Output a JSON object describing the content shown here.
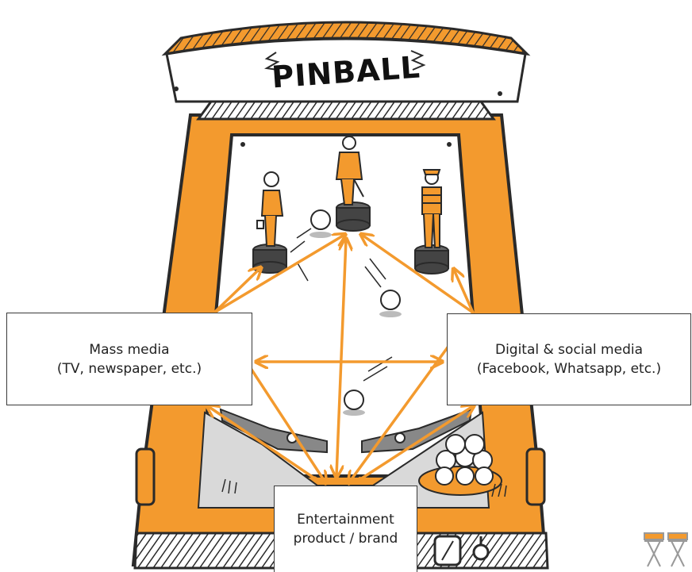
{
  "marquee": {
    "title": "PINBALL"
  },
  "boxes": {
    "mass_media": {
      "line1": "Mass media",
      "line2": "(TV, newspaper, etc.)"
    },
    "digital_media": {
      "line1": "Digital & social media",
      "line2": "(Facebook, Whatsapp, etc.)"
    },
    "entertainment": {
      "line1": "Entertainment",
      "line2": "product / brand"
    }
  },
  "colors": {
    "accent": "#F39A2E",
    "ink": "#2a2a2a",
    "panel": "#ffffff",
    "shade": "#d9d9d9"
  }
}
